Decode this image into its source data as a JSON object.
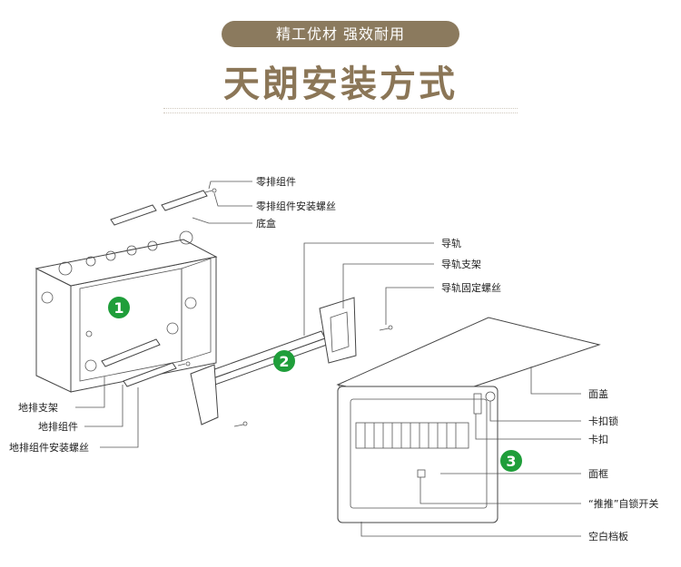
{
  "header": {
    "tagline": "精工优材 强效耐用",
    "title": "天朗安装方式"
  },
  "steps": [
    "1",
    "2",
    "3"
  ],
  "labels": {
    "zero_bar": "零排组件",
    "zero_bar_screw": "零排组件安装螺丝",
    "bottom_box": "底盒",
    "rail": "导轨",
    "rail_bracket": "导轨支架",
    "rail_screw": "导轨固定螺丝",
    "ground_bracket": "地排支架",
    "ground_bar": "地排组件",
    "ground_bar_screw": "地排组件安装螺丝",
    "cover": "面盖",
    "latch_lock": "卡扣锁",
    "latch": "卡扣",
    "frame": "面框",
    "push_switch": "“推推”自锁开关",
    "blank_plate": "空白档板"
  },
  "colors": {
    "pill_bg": "#8b7a5e",
    "title": "#8b7657",
    "step_badge": "#1f9e3a"
  }
}
